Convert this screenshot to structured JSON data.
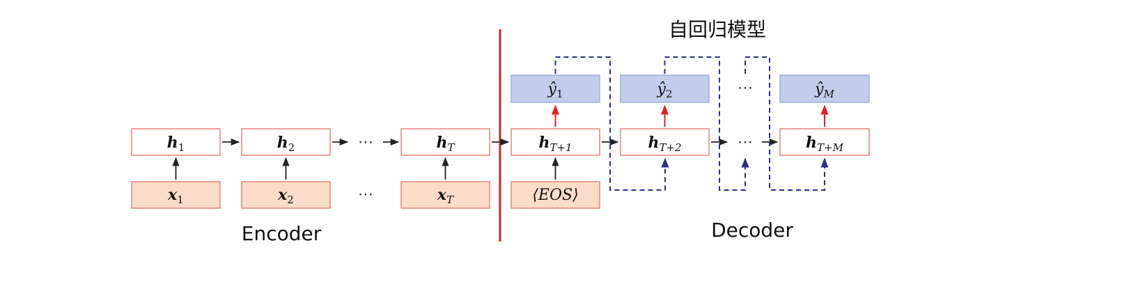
{
  "title": "自回归模型",
  "encoder": {
    "label": "Encoder",
    "hidden": [
      {
        "base": "h",
        "sub": "1"
      },
      {
        "base": "h",
        "sub": "2"
      },
      {
        "base": "h",
        "sub": "T"
      }
    ],
    "inputs": [
      {
        "base": "x",
        "sub": "1"
      },
      {
        "base": "x",
        "sub": "2"
      },
      {
        "base": "x",
        "sub": "T"
      }
    ],
    "hidden_ellipsis": "⋯",
    "input_ellipsis": "⋯"
  },
  "decoder": {
    "label": "Decoder",
    "hidden": [
      {
        "base": "h",
        "sub": "T+1"
      },
      {
        "base": "h",
        "sub": "T+2"
      },
      {
        "base": "h",
        "sub": "T+M"
      }
    ],
    "outputs": [
      {
        "base": "ŷ",
        "sub": "1"
      },
      {
        "base": "ŷ",
        "sub": "2"
      },
      {
        "base": "ŷ",
        "sub": "M"
      }
    ],
    "input_token": "⟨EOS⟩",
    "hidden_ellipsis": "⋯",
    "output_ellipsis": "⋯"
  },
  "colors": {
    "hidden_fill": "#ffffff",
    "hidden_stroke": "#e8847a",
    "input_fill": "#fbdcc8",
    "input_stroke": "#e8847a",
    "output_fill": "#c3cdeb",
    "output_stroke": "#9eb0de",
    "divider": "#e02020",
    "red_arrow": "#e02020",
    "feedback": "#2a2f8c",
    "arrow": "#222222"
  }
}
